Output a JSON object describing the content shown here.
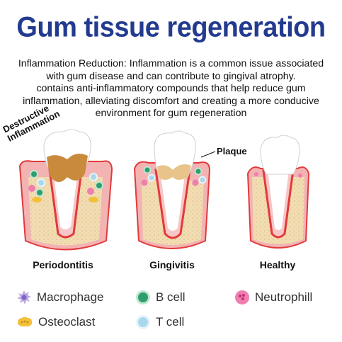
{
  "title": "Gum tissue regeneration",
  "description": [
    "Inflammation Reduction: Inflammation is a common issue associated",
    "with gum disease and can contribute to gingival atrophy.",
    "contains anti-inflammatory compounds that help reduce gum",
    "inflammation, alleviating discomfort and creating a more conducive",
    "environment for gum regeneration"
  ],
  "callouts": {
    "destructive_line1": "Destructive",
    "destructive_line2": "Inflammation",
    "plaque": "Plaque"
  },
  "stages": [
    "Periodontitis",
    "Gingivitis",
    "Healthy"
  ],
  "legend": [
    {
      "label": "Macrophage",
      "icon": "macrophage-icon",
      "color": "#b9a5e0"
    },
    {
      "label": "B cell",
      "icon": "b-cell-icon",
      "color": "#2f9e6e"
    },
    {
      "label": "Neutrophill",
      "icon": "neutrophil-icon",
      "color": "#ef7fae"
    },
    {
      "label": "Osteoclast",
      "icon": "osteoclast-icon",
      "color": "#f2c13a"
    },
    {
      "label": "T cell",
      "icon": "t-cell-icon",
      "color": "#a9d8ec"
    }
  ],
  "colors": {
    "title": "#233b8f",
    "gum": "#f0a5a5",
    "gum_edge": "#e23a3a",
    "bone": "#f2dcb2",
    "tooth": "#ffffff",
    "plaque": "#c98a3c"
  }
}
